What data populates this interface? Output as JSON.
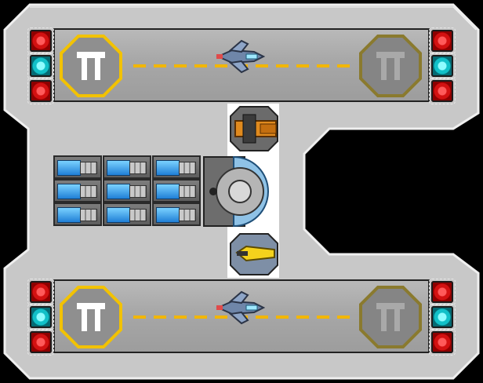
{
  "scene": {
    "background_color": "#000000",
    "station_color": "#c8c8c8",
    "runway_color": "#a8a8a8",
    "pad_ring_active": "#f2c200",
    "pad_ring_inactive": "#8a7a2e",
    "runway_marking_color": "#f2b600"
  },
  "hangars": [
    {
      "id": "upper",
      "left_pad": {
        "state": "active",
        "icon": "landing-pad-icon"
      },
      "right_pad": {
        "state": "inactive",
        "icon": "landing-pad-icon"
      },
      "ship": "fighter-ship-icon"
    },
    {
      "id": "lower",
      "left_pad": {
        "state": "active",
        "icon": "landing-pad-icon"
      },
      "right_pad": {
        "state": "inactive",
        "icon": "landing-pad-icon"
      },
      "ship": "fighter-ship-icon"
    }
  ],
  "signal_lights": {
    "pattern": [
      "red",
      "cyan",
      "red"
    ],
    "colors": {
      "red": "#d31111",
      "cyan": "#11c0c8"
    }
  },
  "modules": {
    "turret": "turret-icon",
    "reactor": "reactor-icon",
    "drone_bay": "drone-icon",
    "power_cells": {
      "rows": 3,
      "cols": 3,
      "icon": "power-cell-icon"
    }
  }
}
